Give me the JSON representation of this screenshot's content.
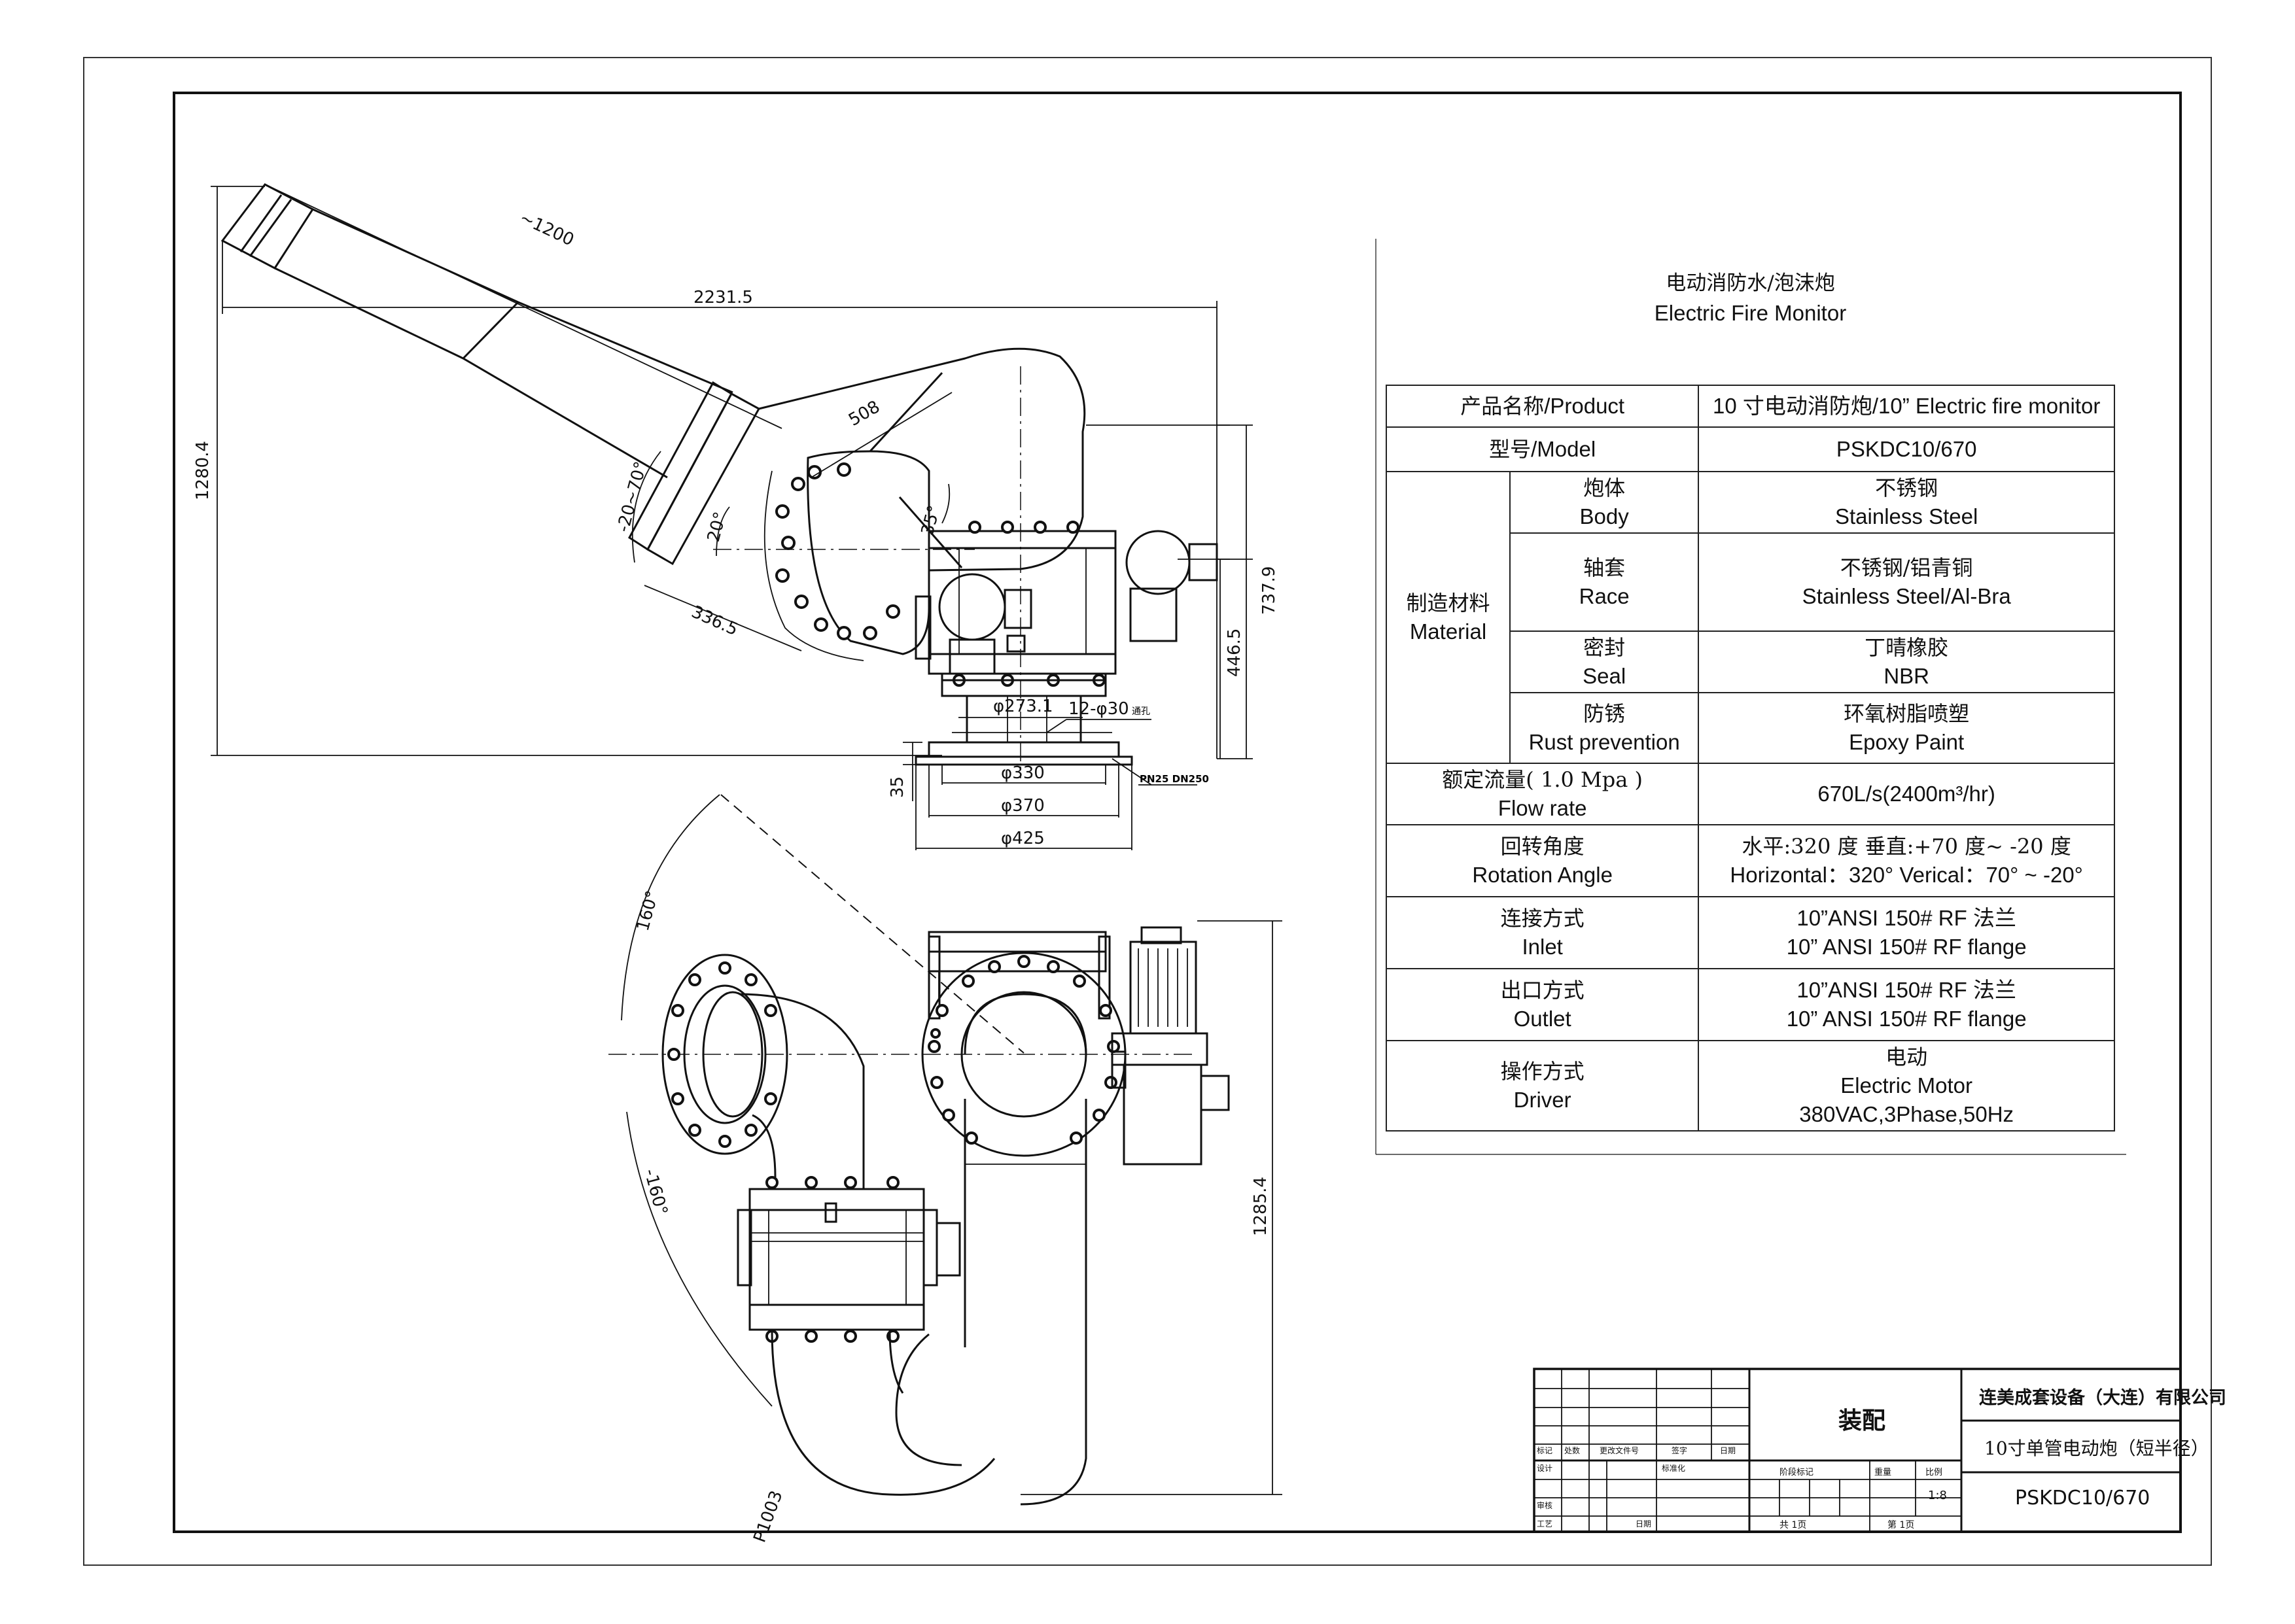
{
  "spec_title": {
    "zh": "电动消防水/泡沫炮",
    "en": "Electric Fire Monitor"
  },
  "spec_table": {
    "product": {
      "label_zh": "产品名称",
      "label_en": "/Product",
      "value": "10 寸电动消防炮/10” Electric fire monitor"
    },
    "model": {
      "label_zh": "型号",
      "label_en": "/Model",
      "value": "PSKDC10/670"
    },
    "material_group": {
      "zh": "制造材料",
      "en": "Material"
    },
    "materials": [
      {
        "part_zh": "炮体",
        "part_en": "Body",
        "value_zh": "不锈钢",
        "value_en": "Stainless Steel"
      },
      {
        "part_zh": "轴套",
        "part_en": "Race",
        "value_zh": "不锈钢/铝青铜",
        "value_en": "Stainless Steel/Al-Bra"
      },
      {
        "part_zh": "密封",
        "part_en": "Seal",
        "value_zh": "丁晴橡胶",
        "value_en": "NBR"
      },
      {
        "part_zh": "防锈",
        "part_en": "Rust prevention",
        "value_zh": "环氧树脂喷塑",
        "value_en": "Epoxy Paint"
      }
    ],
    "flow": {
      "label_zh": "额定流量( 1.0 Mpa )",
      "label_en": "Flow    rate",
      "value": "670L/s(2400m³/hr)"
    },
    "rotation": {
      "label_zh": "回转角度",
      "label_en": "Rotation Angle",
      "value_zh": "水平:320 度  垂直:+70 度~ -20 度",
      "value_en": "Horizontal：320°   Verical：70° ~ -20°"
    },
    "inlet": {
      "label_zh": "连接方式",
      "label_en": "Inlet",
      "value_zh": "10”ANSI 150# RF 法兰",
      "value_en": "10”  ANSI   150# RF flange"
    },
    "outlet": {
      "label_zh": "出口方式",
      "label_en": "Outlet",
      "value_zh": "10”ANSI 150# RF 法兰",
      "value_en": "10”  ANSI   150# RF flange"
    },
    "driver": {
      "label_zh": "操作方式",
      "label_en": "Driver",
      "value_zh": "电动",
      "value_en": "Electric Motor",
      "value_spec": "380VAC,3Phase,50Hz"
    }
  },
  "dimensions": {
    "d1200": "~1200",
    "d2231": "2231.5",
    "d1280": "1280.4",
    "d508": "508",
    "d737": "737.9",
    "d446": "446.5",
    "d336": "336.5",
    "dang": "-20~70°",
    "d20": "20°",
    "d35": "35°",
    "d273": "φ273.1",
    "holes": "12-φ30",
    "holes_suffix": "通孔",
    "pn": "PN25 DN250",
    "d35h": "35",
    "d330": "φ330",
    "d370": "φ370",
    "d425": "φ425",
    "a160": "160°",
    "a160n": "-160°",
    "d1285": "1285.4",
    "r1003": "P1003"
  },
  "title_block": {
    "company": "连美成套设备（大连）有限公司",
    "drawing_name": "10寸单管电动炮（短半径）",
    "drawing_no": "PSKDC10/670",
    "assembly": "装配",
    "scale": "1:8",
    "labels": {
      "mark": "标记",
      "count": "处数",
      "file": "更改文件号",
      "sign": "签字",
      "date": "日期",
      "design": "设计",
      "std": "标准化",
      "stage": "阶段标记",
      "weight": "重量",
      "ratio": "比例",
      "review": "审核",
      "process": "工艺",
      "date2": "日期",
      "total": "共  1页",
      "sheet": "第  1页"
    }
  }
}
